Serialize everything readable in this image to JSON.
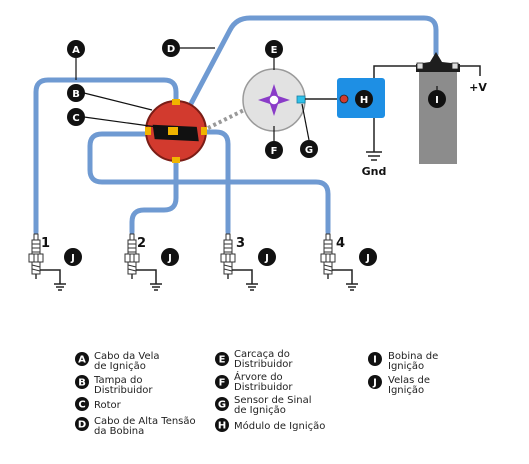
{
  "colors": {
    "wire": "#6f9ad2",
    "cap": "#d23a2e",
    "rotor": "#111111",
    "distributor_body": "#e2e2e2",
    "shaft": "#8a3cc8",
    "module": "#1e8fe4",
    "coil_body": "#8c8c8c",
    "coil_top": "#1e1e1e",
    "badge": "#111111",
    "dots": "#999999"
  },
  "icons": {
    "spark_plug": "spark-plug-icon",
    "ground": "ground-icon",
    "coil": "ignition-coil-icon",
    "module": "ignition-module-icon"
  },
  "badges": {
    "A": "A",
    "B": "B",
    "C": "C",
    "D": "D",
    "E": "E",
    "F": "F",
    "G": "G",
    "H": "H",
    "I": "I",
    "J": "J"
  },
  "labels": {
    "plus_v": "+V",
    "gnd": "Gnd",
    "plug_numbers": [
      "1",
      "2",
      "3",
      "4"
    ]
  },
  "legend": {
    "A": [
      "Cabo da Vela",
      "de Ignição"
    ],
    "B": [
      "Tampa do",
      "Distribuidor"
    ],
    "C": [
      "Rotor"
    ],
    "D": [
      "Cabo de Alta Tensão",
      "da Bobina"
    ],
    "E": [
      "Carcaça do",
      "Distribuidor"
    ],
    "F": [
      "Árvore do",
      "Distribuidor"
    ],
    "G": [
      "Sensor de Sinal",
      "de Ignição"
    ],
    "H": [
      "Módulo de Ignição"
    ],
    "I": [
      "Bobina de",
      "Ignição"
    ],
    "J": [
      "Velas de",
      "Ignição"
    ]
  }
}
